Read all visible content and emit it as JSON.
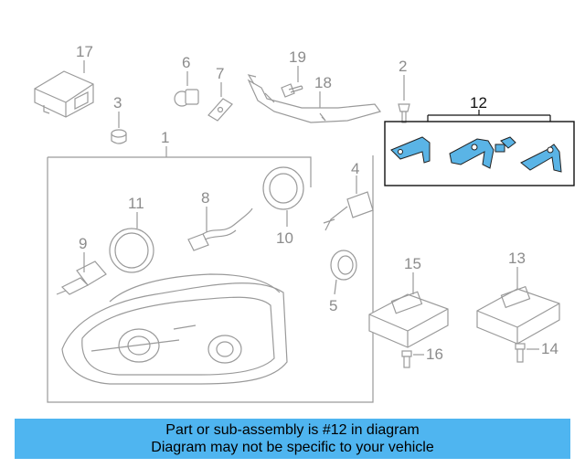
{
  "callouts": {
    "c1": "1",
    "c2": "2",
    "c3": "3",
    "c4": "4",
    "c5": "5",
    "c6": "6",
    "c7": "7",
    "c8": "8",
    "c9": "9",
    "c10": "10",
    "c11": "11",
    "c12": "12",
    "c13": "13",
    "c14": "14",
    "c15": "15",
    "c16": "16",
    "c17": "17",
    "c18": "18",
    "c19": "19"
  },
  "banner": {
    "line1": "Part or sub-assembly is #12 in diagram",
    "line2": "Diagram may not be specific to your vehicle"
  },
  "colors": {
    "highlight": "#5ab4e6",
    "banner": "#4fb5f0",
    "parts": "#9a9a9a"
  }
}
